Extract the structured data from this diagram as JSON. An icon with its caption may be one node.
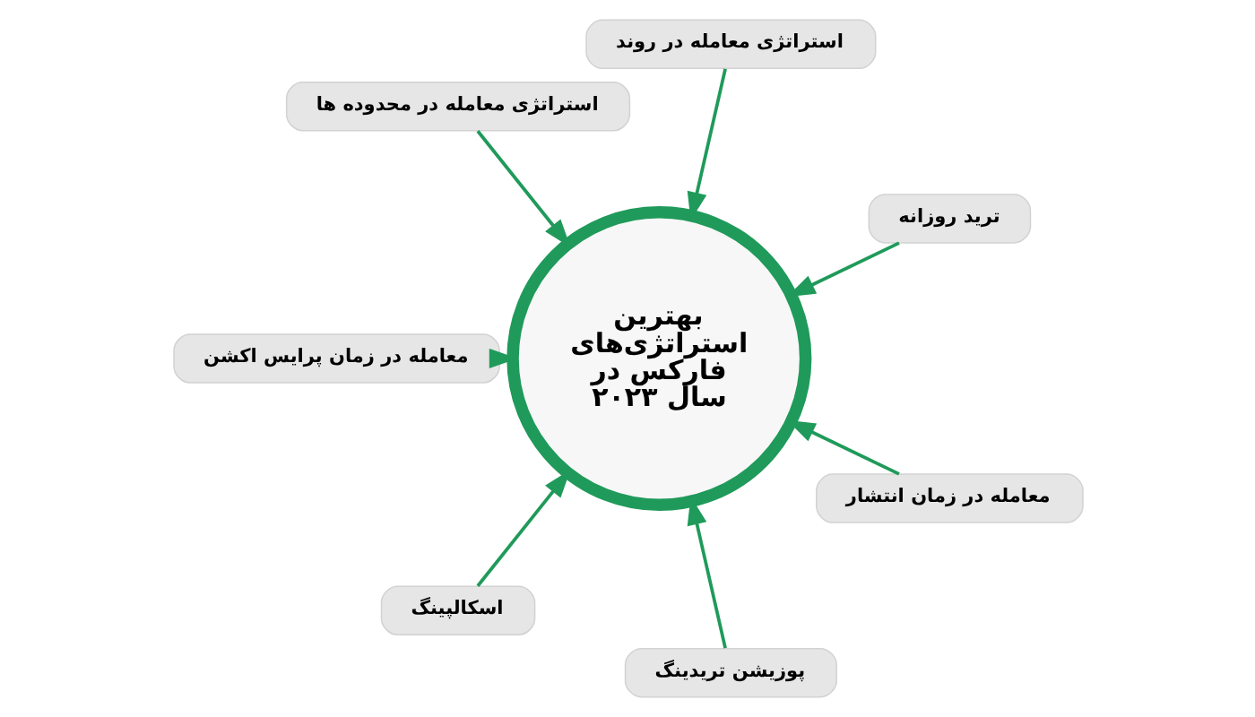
{
  "diagram": {
    "nodes": [
      {
        "text": [
          "بهترین استراتژی‌های فارکس در سال ۲۰۲۳"
        ]
      },
      {
        "text": [
          "استراتژی معامله در روند"
        ]
      },
      {
        "text": [
          "استراتژی معامله در محدوده ها"
        ]
      },
      {
        "text": [
          "ترید روزانه"
        ]
      },
      {
        "text": [
          "معامله در زمان پرایس اکشن"
        ]
      },
      {
        "text": [
          "معامله در زمان انتشار"
        ]
      },
      {
        "text": [
          "اسکالپینگ"
        ]
      },
      {
        "text": [
          "پوزیشن تریدینگ"
        ]
      }
    ],
    "edges": [
      {
        "from": 1,
        "to": 0,
        "arrow": "to"
      },
      {
        "from": 3,
        "to": 0,
        "arrow": "to"
      },
      {
        "from": 5,
        "to": 0,
        "arrow": "to"
      },
      {
        "from": 7,
        "to": 0,
        "arrow": "to"
      },
      {
        "from": 6,
        "to": 0,
        "arrow": "to"
      },
      {
        "from": 4,
        "to": 0,
        "arrow": "to"
      },
      {
        "from": 2,
        "to": 0,
        "arrow": "to"
      }
    ]
  }
}
